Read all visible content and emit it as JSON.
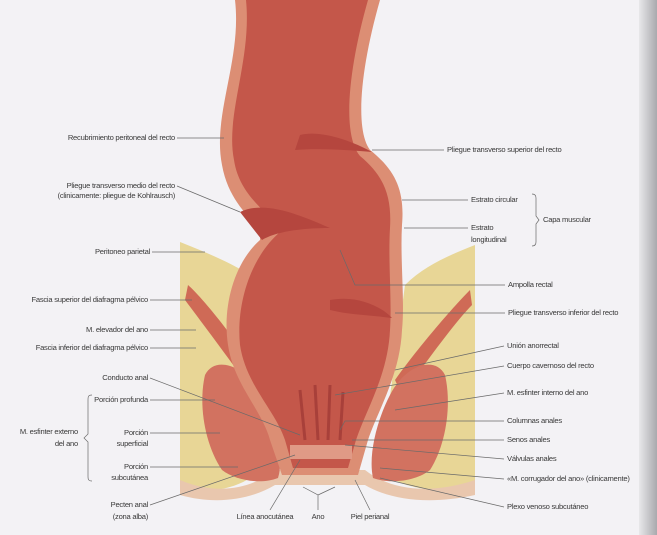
{
  "colors": {
    "background": "#f3f2f5",
    "rectum": "#c4574a",
    "mucosa": "#b5463e",
    "wall": "#dc8e74",
    "fat": "#e8d696",
    "muscle": "#cf6a56",
    "label": "#3a3a3a"
  },
  "labels_left": {
    "recubrimiento": "Recubrimiento peritoneal del recto",
    "pliegue_medio_1": "Pliegue transverso medio del recto",
    "pliegue_medio_2": "(clinicamente: pliegue de Kohlrausch)",
    "peritoneo": "Peritoneo parietal",
    "fascia_sup": "Fascia superior del diafragma pélvico",
    "elevador": "M. elevador del ano",
    "fascia_inf": "Fascia inferior del diafragma pélvico",
    "conducto": "Conducto anal",
    "profunda": "Porción profunda",
    "esfinter_ext_1": "M. esfinter externo",
    "esfinter_ext_2": "del ano",
    "superficial_1": "Porción",
    "superficial_2": "superficial",
    "subcutanea_1": "Porción",
    "subcutanea_2": "subcutánea",
    "pecten_1": "Pecten anal",
    "pecten_2": "(zona alba)"
  },
  "labels_bottom": {
    "linea": "Línea anocutánea",
    "ano": "Ano",
    "piel": "Piel perianal"
  },
  "labels_right": {
    "pliegue_sup": "Pliegue transverso superior del recto",
    "estrato_circ": "Estrato circular",
    "estrato_long_1": "Estrato",
    "estrato_long_2": "longitudinal",
    "capa": "Capa muscular",
    "ampolla": "Ampolla rectal",
    "pliegue_inf": "Pliegue transverso inferior del recto",
    "union": "Unión anorrectal",
    "cuerpo": "Cuerpo cavernoso del recto",
    "esfinter_int": "M. esfinter interno del ano",
    "columnas": "Columnas anales",
    "senos": "Senos anales",
    "valvulas": "Válvulas anales",
    "corrugador": "«M. corrugador del ano» (clinicamente)",
    "plexo": "Plexo venoso subcutáneo"
  }
}
